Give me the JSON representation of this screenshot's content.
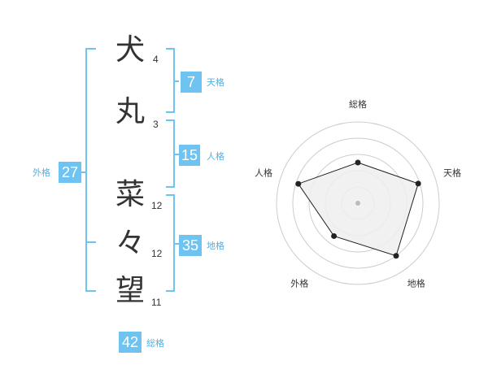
{
  "characters": [
    {
      "char": "犬",
      "strokes": "4"
    },
    {
      "char": "丸",
      "strokes": "3"
    },
    {
      "char": "菜",
      "strokes": "12"
    },
    {
      "char": "々",
      "strokes": "12"
    },
    {
      "char": "望",
      "strokes": "11"
    }
  ],
  "fortunes": {
    "ten": {
      "value": "7",
      "label": "天格"
    },
    "jin": {
      "value": "15",
      "label": "人格"
    },
    "chi": {
      "value": "35",
      "label": "地格"
    },
    "gai": {
      "value": "27",
      "label": "外格"
    },
    "sou": {
      "value": "42",
      "label": "総格"
    }
  },
  "radar": {
    "axes": [
      "総格",
      "天格",
      "地格",
      "外格",
      "人格"
    ],
    "values": [
      0.5,
      0.78,
      0.8,
      0.5,
      0.77
    ],
    "colors": {
      "bracket": "#6ec3f0",
      "ring": "#cccccc",
      "fill": "#eeeeee",
      "line": "#222222",
      "center": "#bbbbbb"
    }
  }
}
